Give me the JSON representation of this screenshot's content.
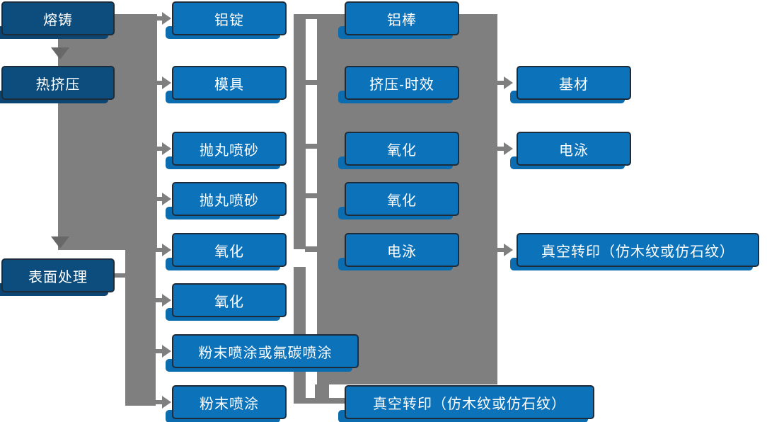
{
  "diagram": {
    "description": "Aluminum profile production process flowchart",
    "palette": {
      "box_blue": "#0c73bb",
      "box_blue_shadow": "#0b6cb0",
      "box_navy": "#0d4d7d",
      "box_navy_shadow": "#0c4472",
      "box_border": "#1d2c3b",
      "connector_gray": "#7f7f7f",
      "down_arrow_gray": "#686868",
      "text": "#ffffff",
      "background": "#ffffff"
    }
  },
  "nodes": [
    {
      "label": "熔铸"
    },
    {
      "label": "热挤压"
    },
    {
      "label": "表面处理"
    },
    {
      "label": "铝锭"
    },
    {
      "label": "模具"
    },
    {
      "label": "抛丸喷砂"
    },
    {
      "label": "抛丸喷砂"
    },
    {
      "label": "氧化"
    },
    {
      "label": "氧化"
    },
    {
      "label": "粉末喷涂或氟碳喷涂"
    },
    {
      "label": "粉末喷涂"
    },
    {
      "label": "铝棒"
    },
    {
      "label": "挤压-时效"
    },
    {
      "label": "氧化"
    },
    {
      "label": "氧化"
    },
    {
      "label": "电泳"
    },
    {
      "label": "真空转印（仿木纹或仿石纹）"
    },
    {
      "label": "基材"
    },
    {
      "label": "电泳"
    },
    {
      "label": "真空转印（仿木纹或仿石纹）"
    }
  ]
}
